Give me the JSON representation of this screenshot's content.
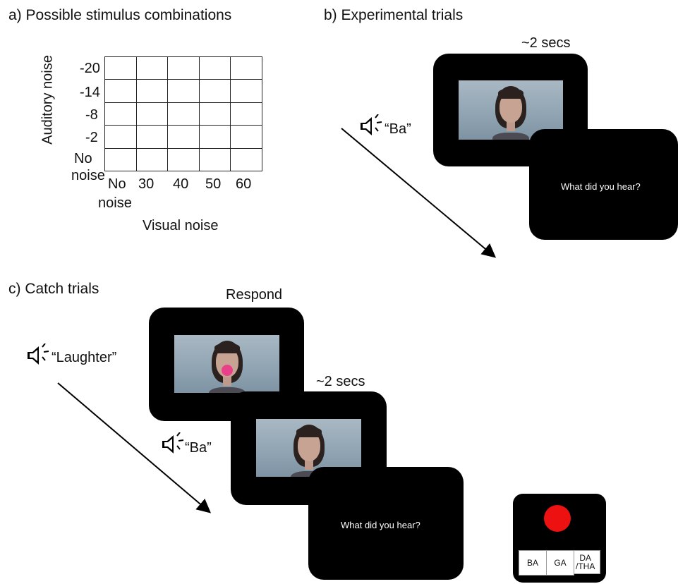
{
  "panel_a": {
    "title": "a) Possible stimulus combinations",
    "y_axis_label": "Auditory noise",
    "y_ticks": [
      "-20",
      "-14",
      "-8",
      "-2",
      "No",
      "noise"
    ],
    "x_ticks": [
      "No",
      "30",
      "40",
      "50",
      "60"
    ],
    "x_tick_noise": "noise",
    "x_axis_label": "Visual noise"
  },
  "panel_b": {
    "title": "b) Experimental trials",
    "duration": "~2 secs",
    "audio_label": "“Ba”",
    "question": "What did you hear?"
  },
  "panel_c": {
    "title": "c) Catch trials",
    "respond_label": "Respond",
    "duration": "~2 secs",
    "audio_label_1": "“Laughter”",
    "audio_label_2": "“Ba”",
    "question": "What did you hear?",
    "buttons": [
      "BA",
      "GA",
      "DA\n/THA"
    ],
    "accent_color": "#ee1111"
  },
  "icons": [
    "speaker-icon",
    "arrow-icon",
    "face-image"
  ]
}
